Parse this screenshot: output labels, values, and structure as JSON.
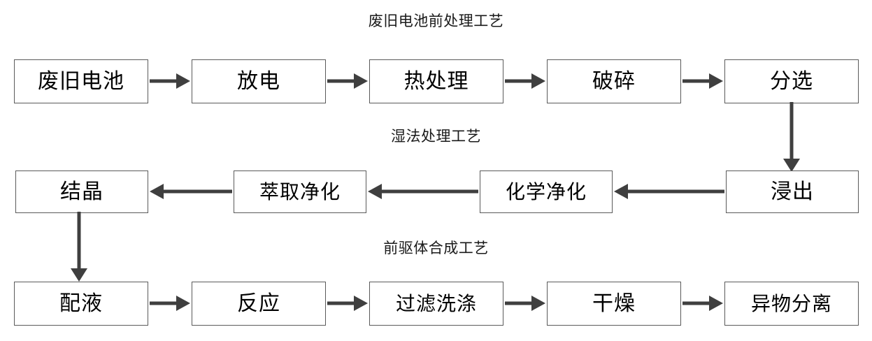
{
  "diagram": {
    "background_color": "#ffffff",
    "box_border_color": "#5a5a5a",
    "arrow_color": "#3f3f3f",
    "text_color": "#000000",
    "sections": [
      {
        "id": "pretreatment",
        "title": "废旧电池前处理工艺",
        "direction": "left-to-right",
        "nodes": [
          {
            "id": "waste-battery",
            "label": "废旧电池"
          },
          {
            "id": "discharge",
            "label": "放电"
          },
          {
            "id": "heat-treatment",
            "label": "热处理"
          },
          {
            "id": "crushing",
            "label": "破碎"
          },
          {
            "id": "sorting",
            "label": "分选"
          }
        ]
      },
      {
        "id": "hydrometallurgy",
        "title": "湿法处理工艺",
        "direction": "right-to-left",
        "nodes": [
          {
            "id": "crystallization",
            "label": "结晶"
          },
          {
            "id": "extraction-purification",
            "label": "萃取净化"
          },
          {
            "id": "chemical-purification",
            "label": "化学净化"
          },
          {
            "id": "leaching",
            "label": "浸出"
          }
        ]
      },
      {
        "id": "precursor-synthesis",
        "title": "前驱体合成工艺",
        "direction": "left-to-right",
        "nodes": [
          {
            "id": "solution-preparation",
            "label": "配液"
          },
          {
            "id": "reaction",
            "label": "反应"
          },
          {
            "id": "filtration-washing",
            "label": "过滤洗涤"
          },
          {
            "id": "drying",
            "label": "干燥"
          },
          {
            "id": "foreign-matter-separation",
            "label": "异物分离"
          }
        ]
      }
    ],
    "connectors": [
      {
        "id": "sorting-to-leaching",
        "from": "sorting",
        "to": "leaching",
        "orientation": "vertical",
        "direction": "down"
      },
      {
        "id": "crystallization-to-solution-preparation",
        "from": "crystallization",
        "to": "solution-preparation",
        "orientation": "vertical",
        "direction": "down"
      }
    ]
  }
}
